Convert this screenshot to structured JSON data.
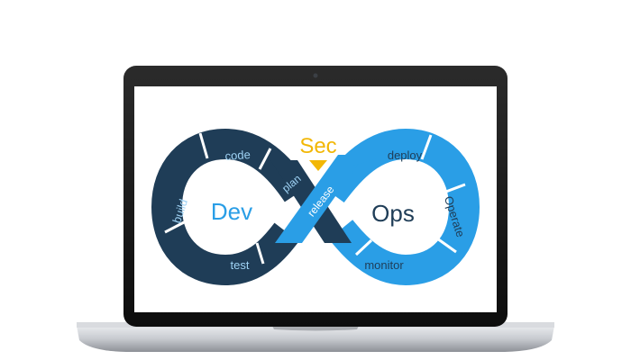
{
  "diagram": {
    "title_accent": "Sec",
    "left_center": "Dev",
    "right_center": "Ops",
    "left_loop_stages": [
      "code",
      "build",
      "test",
      "plan"
    ],
    "crossing_stage": "release",
    "right_loop_stages": [
      "deploy",
      "Operate",
      "monitor"
    ],
    "colors": {
      "dark_navy": "#1f3d57",
      "bright_blue": "#2a9ee6",
      "sec_yellow": "#f2b705",
      "dev_text": "#2a9ee6",
      "ops_text": "#1f3d57",
      "laptop_bezel": "#1a1a1a",
      "laptop_body": "#c9ccd1"
    }
  }
}
